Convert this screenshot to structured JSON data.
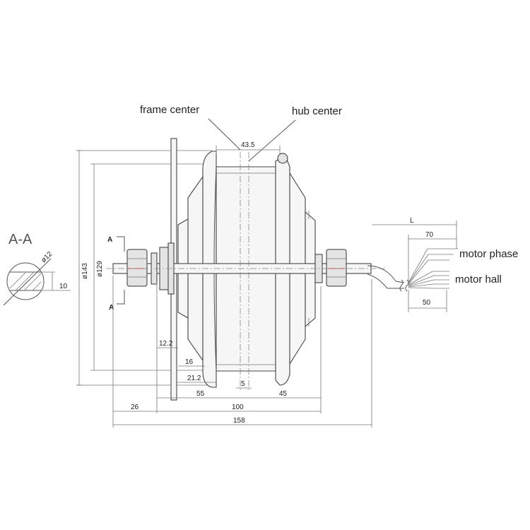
{
  "callouts": {
    "frame_center": "frame center",
    "hub_center": "hub center",
    "motor_phase": "motor phase",
    "motor_hall": "motor hall"
  },
  "section": {
    "label": "A-A",
    "cut_mark": "A",
    "diameter": "ø12",
    "flat": "10"
  },
  "dimensions": {
    "d143": "ø143",
    "d129": "ø129",
    "d43_5": "43.5",
    "d12_2": "12.2",
    "d16": "16",
    "d21_2": "21.2",
    "d5": "5",
    "d55": "55",
    "d45": "45",
    "d26": "26",
    "d100": "100",
    "d158": "158",
    "cable_L": "L",
    "cable_70": "70",
    "cable_50": "50"
  }
}
